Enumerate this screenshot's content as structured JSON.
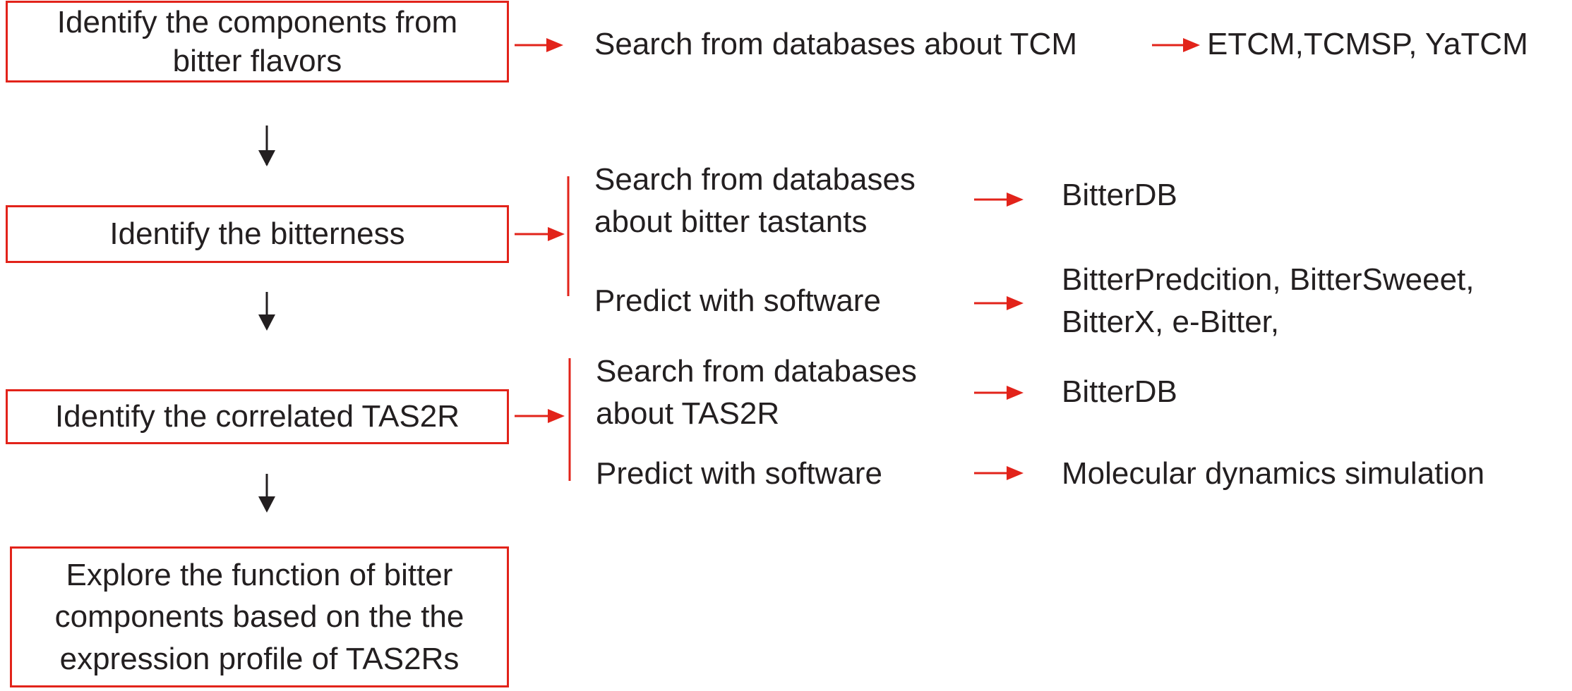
{
  "flow_steps": [
    {
      "id": "step-1",
      "label": "Identify the components from\nbitter flavors"
    },
    {
      "id": "step-2",
      "label": "Identify the bitterness"
    },
    {
      "id": "step-3",
      "label": "Identify the correlated TAS2R"
    },
    {
      "id": "step-4",
      "label": "Explore the function of bitter\ncomponents based on the  the\nexpression profile of TAS2Rs"
    }
  ],
  "branch_1": {
    "method": "Search from databases about TCM",
    "result": "ETCM,TCMSP, YaTCM"
  },
  "branch_2": [
    {
      "method": "Search from databases\nabout bitter tastants",
      "result": "BitterDB"
    },
    {
      "method": "Predict with software",
      "result": "BitterPredcition, BitterSweeet,\nBitterX, e-Bitter,"
    }
  ],
  "branch_3": [
    {
      "method": "Search from databases\nabout TAS2R",
      "result": "BitterDB"
    },
    {
      "method": "Predict with software",
      "result": "Molecular dynamics simulation"
    }
  ],
  "colors": {
    "accent_red": "#e2231a",
    "flow_arrow": "#231f20",
    "text": "#231f20"
  }
}
